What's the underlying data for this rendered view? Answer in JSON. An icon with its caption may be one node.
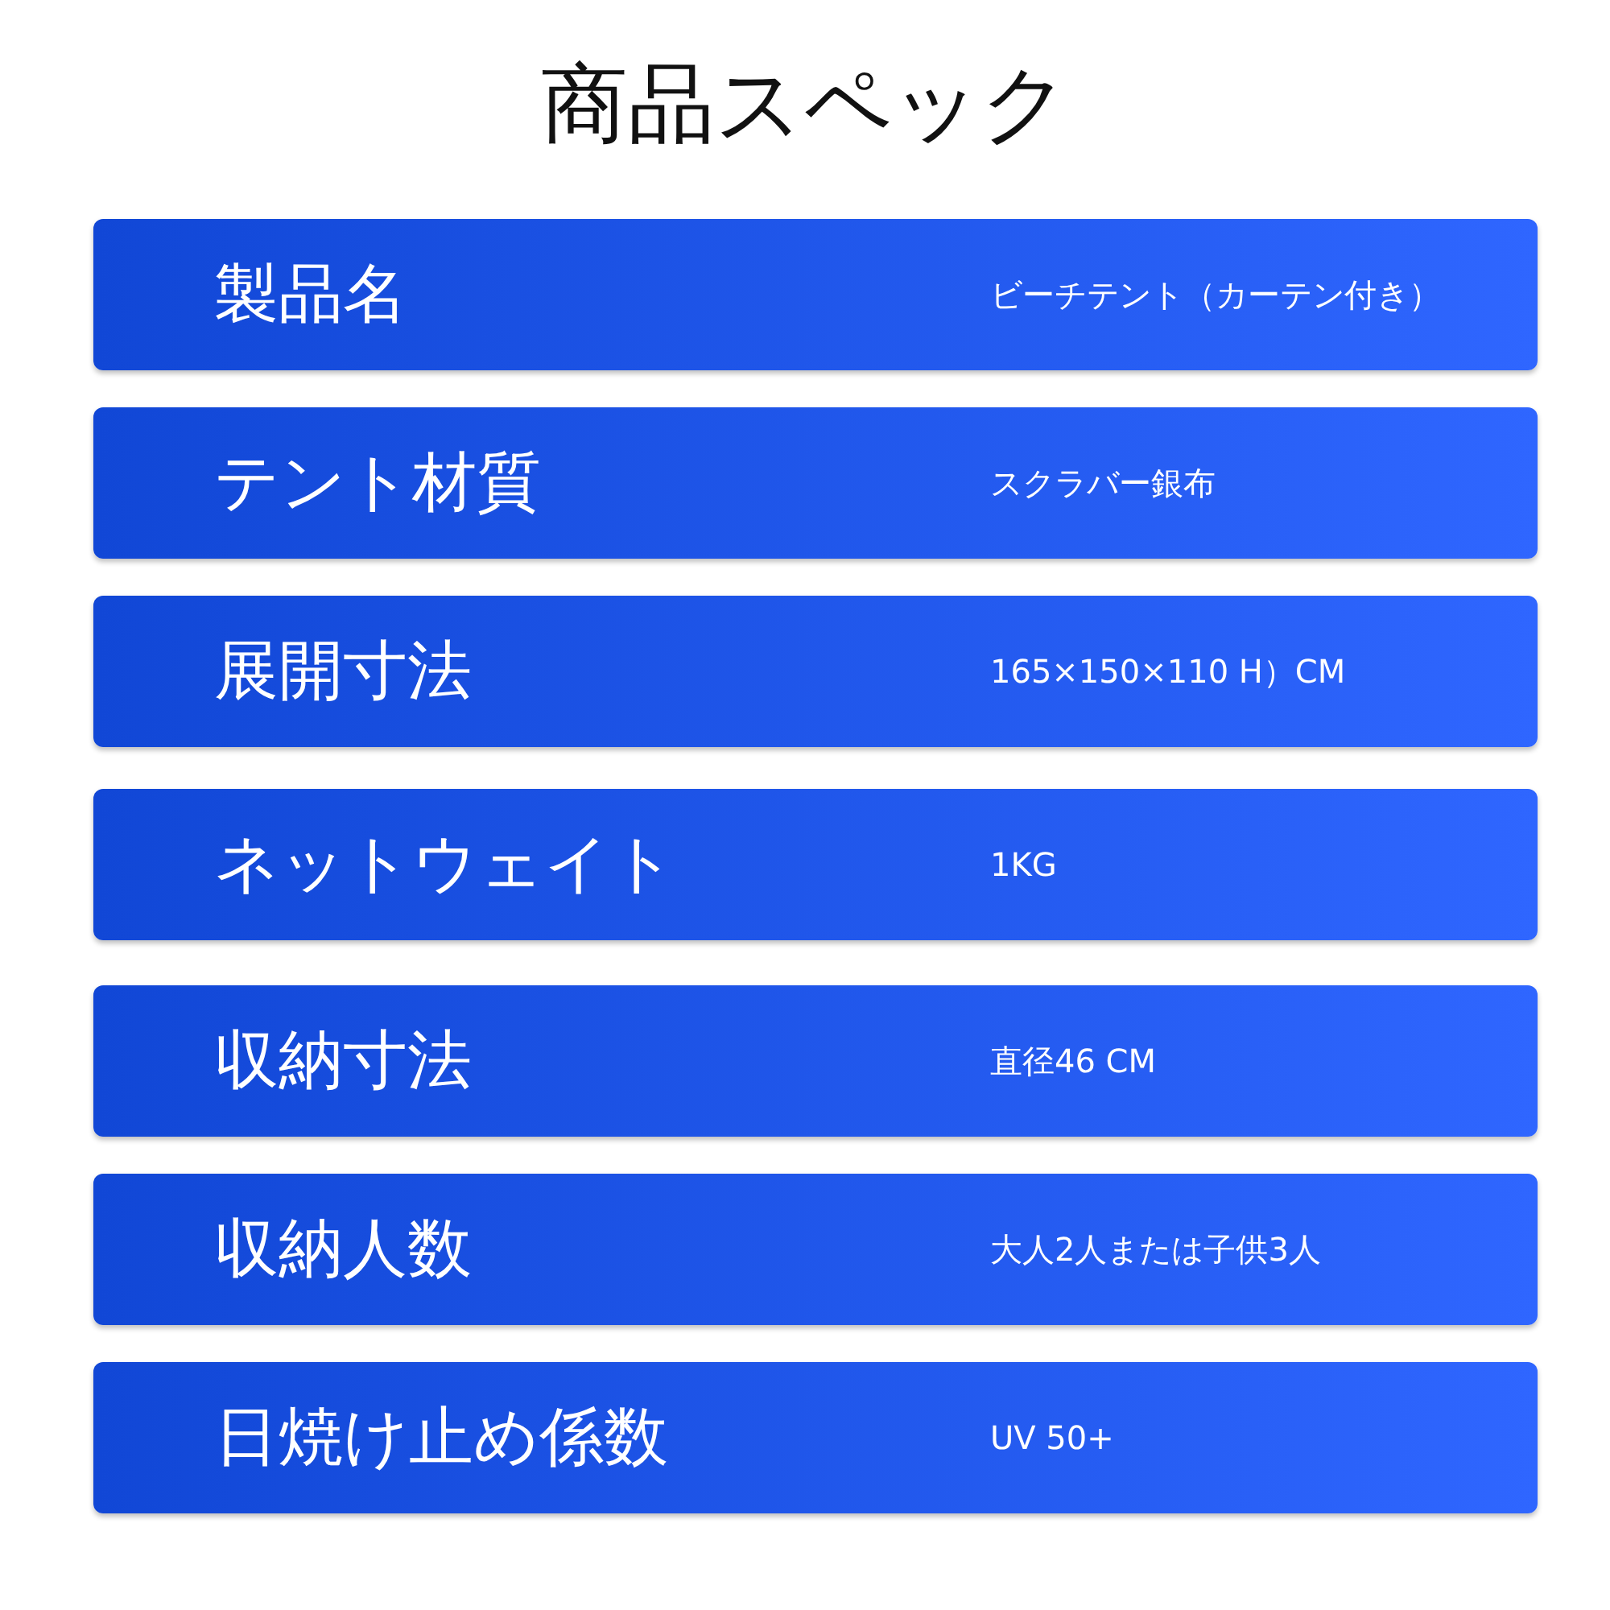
{
  "diagram": {
    "title": "商品スペック",
    "nodes": [
      {
        "text": [
          "製品名",
          "ビーチテント（カーテン付き）"
        ]
      },
      {
        "text": [
          "テント材質",
          "スクラバー銀布"
        ]
      },
      {
        "text": [
          "展開寸法",
          "165×150×110 H）CM"
        ]
      },
      {
        "text": [
          "ネットウェイト",
          "1KG"
        ]
      },
      {
        "text": [
          "収納寸法",
          "直径46 CM"
        ]
      },
      {
        "text": [
          "収納人数",
          "大人2人または子供3人"
        ]
      },
      {
        "text": [
          "日焼け止め係数",
          "UV 50+"
        ]
      }
    ]
  }
}
